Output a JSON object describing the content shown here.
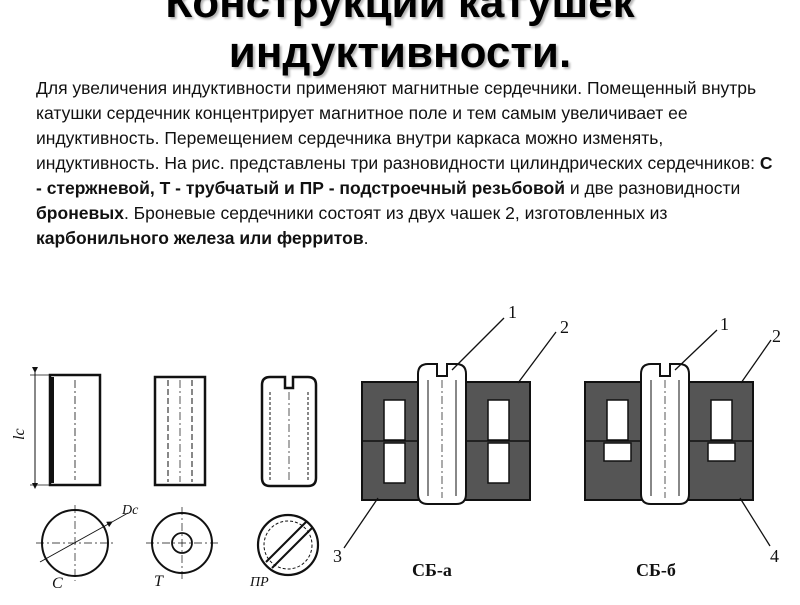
{
  "title": {
    "line1": "Конструкции катушек",
    "line2": "индуктивности."
  },
  "paragraph": [
    {
      "text": "Для увеличения индуктивности применяют магнитные сердечники. Помещенный внутрь катушки сердечник концентрирует магнитное поле и тем самым увеличивает ее индуктивность. Перемещением сердечника внутри каркаса можно изменять, индуктивность. На рис. представлены три  разновидности цилиндрических сердечников: ",
      "bold": false
    },
    {
      "text": "С - стержневой, Т - трубчатый и ПР - подстроечный резьбовой",
      "bold": true
    },
    {
      "text": " и две разновидности ",
      "bold": false
    },
    {
      "text": "броневых",
      "bold": true
    },
    {
      "text": ". Броневые сердечники состоят из двух чашек 2, изготовленных из ",
      "bold": false
    },
    {
      "text": "карбонильного железа или ферритов",
      "bold": true
    },
    {
      "text": ".",
      "bold": false
    }
  ],
  "figure": {
    "dim_length": "lc",
    "dim_diameter": "Dc",
    "label_c": "С",
    "label_t": "Т",
    "label_pr": "ПР",
    "label_sba": "СБ-а",
    "label_sbb": "СБ-б",
    "callout_1a": "1",
    "callout_2a": "2",
    "callout_3": "3",
    "callout_1b": "1",
    "callout_2b": "2",
    "callout_4": "4"
  },
  "colors": {
    "ink": "#111111",
    "fill_dark": "#555555"
  }
}
